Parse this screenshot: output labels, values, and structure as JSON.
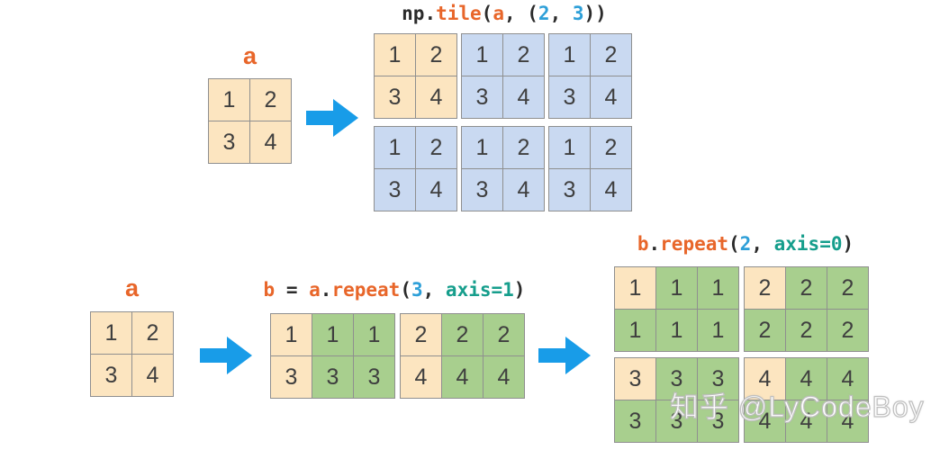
{
  "colors": {
    "code": "#2b2b2b",
    "orange": "#e8662a",
    "blue": "#2d9fd8",
    "teal": "#169e8c",
    "arrow": "#189ce8",
    "tan_fill": "#fce5c0",
    "blue_fill": "#c9d9f1",
    "green_fill": "#a8cf8e",
    "grid_line": "#8f8f8f",
    "cell_text": "#3f3f3f"
  },
  "top": {
    "title_parts": [
      {
        "t": "np.",
        "c": "code"
      },
      {
        "t": "tile",
        "c": "orange"
      },
      {
        "t": "(",
        "c": "code"
      },
      {
        "t": "a",
        "c": "orange"
      },
      {
        "t": ", (",
        "c": "code"
      },
      {
        "t": "2",
        "c": "blue"
      },
      {
        "t": ", ",
        "c": "code"
      },
      {
        "t": "3",
        "c": "blue"
      },
      {
        "t": "))",
        "c": "code"
      }
    ],
    "matrix_a_label": "a",
    "matrix_a_blocks": [
      {
        "variant": "tan",
        "rows": [
          [
            1,
            2
          ],
          [
            3,
            4
          ]
        ]
      }
    ],
    "tiled_blocks": [
      {
        "variant": "tan",
        "rows": [
          [
            1,
            2
          ],
          [
            3,
            4
          ]
        ]
      },
      {
        "variant": "blue",
        "rows": [
          [
            1,
            2
          ],
          [
            3,
            4
          ]
        ]
      },
      {
        "variant": "blue",
        "rows": [
          [
            1,
            2
          ],
          [
            3,
            4
          ]
        ]
      },
      {
        "variant": "blue",
        "rows": [
          [
            1,
            2
          ],
          [
            3,
            4
          ]
        ]
      },
      {
        "variant": "blue",
        "rows": [
          [
            1,
            2
          ],
          [
            3,
            4
          ]
        ]
      },
      {
        "variant": "blue",
        "rows": [
          [
            1,
            2
          ],
          [
            3,
            4
          ]
        ]
      }
    ]
  },
  "bottom": {
    "matrix_a_label": "a",
    "matrix_a_blocks": [
      {
        "variant": "tan",
        "rows": [
          [
            1,
            2
          ],
          [
            3,
            4
          ]
        ]
      }
    ],
    "title_b_parts": [
      {
        "t": "b",
        "c": "orange"
      },
      {
        "t": " = ",
        "c": "code"
      },
      {
        "t": "a",
        "c": "orange"
      },
      {
        "t": ".",
        "c": "code"
      },
      {
        "t": "repeat",
        "c": "orange"
      },
      {
        "t": "(",
        "c": "code"
      },
      {
        "t": "3",
        "c": "blue"
      },
      {
        "t": ", ",
        "c": "code"
      },
      {
        "t": "axis=1",
        "c": "teal"
      },
      {
        "t": ")",
        "c": "code"
      }
    ],
    "b_blocks": [
      {
        "rows": [
          [
            1,
            1,
            1
          ],
          [
            3,
            3,
            3
          ]
        ],
        "cell_variants": [
          [
            "tan",
            "green",
            "green"
          ],
          [
            "tan",
            "green",
            "green"
          ]
        ]
      },
      {
        "rows": [
          [
            2,
            2,
            2
          ],
          [
            4,
            4,
            4
          ]
        ],
        "cell_variants": [
          [
            "tan",
            "green",
            "green"
          ],
          [
            "tan",
            "green",
            "green"
          ]
        ]
      }
    ],
    "title_result_parts": [
      {
        "t": "b",
        "c": "orange"
      },
      {
        "t": ".",
        "c": "code"
      },
      {
        "t": "repeat",
        "c": "orange"
      },
      {
        "t": "(",
        "c": "code"
      },
      {
        "t": "2",
        "c": "blue"
      },
      {
        "t": ", ",
        "c": "code"
      },
      {
        "t": "axis=0",
        "c": "teal"
      },
      {
        "t": ")",
        "c": "code"
      }
    ],
    "result_blocks": [
      {
        "rows": [
          [
            1,
            1,
            1
          ],
          [
            1,
            1,
            1
          ]
        ],
        "cell_variants": [
          [
            "tan",
            "green",
            "green"
          ],
          [
            "green",
            "green",
            "green"
          ]
        ]
      },
      {
        "rows": [
          [
            2,
            2,
            2
          ],
          [
            2,
            2,
            2
          ]
        ],
        "cell_variants": [
          [
            "tan",
            "green",
            "green"
          ],
          [
            "green",
            "green",
            "green"
          ]
        ]
      },
      {
        "rows": [
          [
            3,
            3,
            3
          ],
          [
            3,
            3,
            3
          ]
        ],
        "cell_variants": [
          [
            "tan",
            "green",
            "green"
          ],
          [
            "green",
            "green",
            "green"
          ]
        ]
      },
      {
        "rows": [
          [
            4,
            4,
            4
          ],
          [
            4,
            4,
            4
          ]
        ],
        "cell_variants": [
          [
            "tan",
            "green",
            "green"
          ],
          [
            "green",
            "green",
            "green"
          ]
        ]
      }
    ]
  },
  "watermark": "知乎 @LyCodeBoy"
}
